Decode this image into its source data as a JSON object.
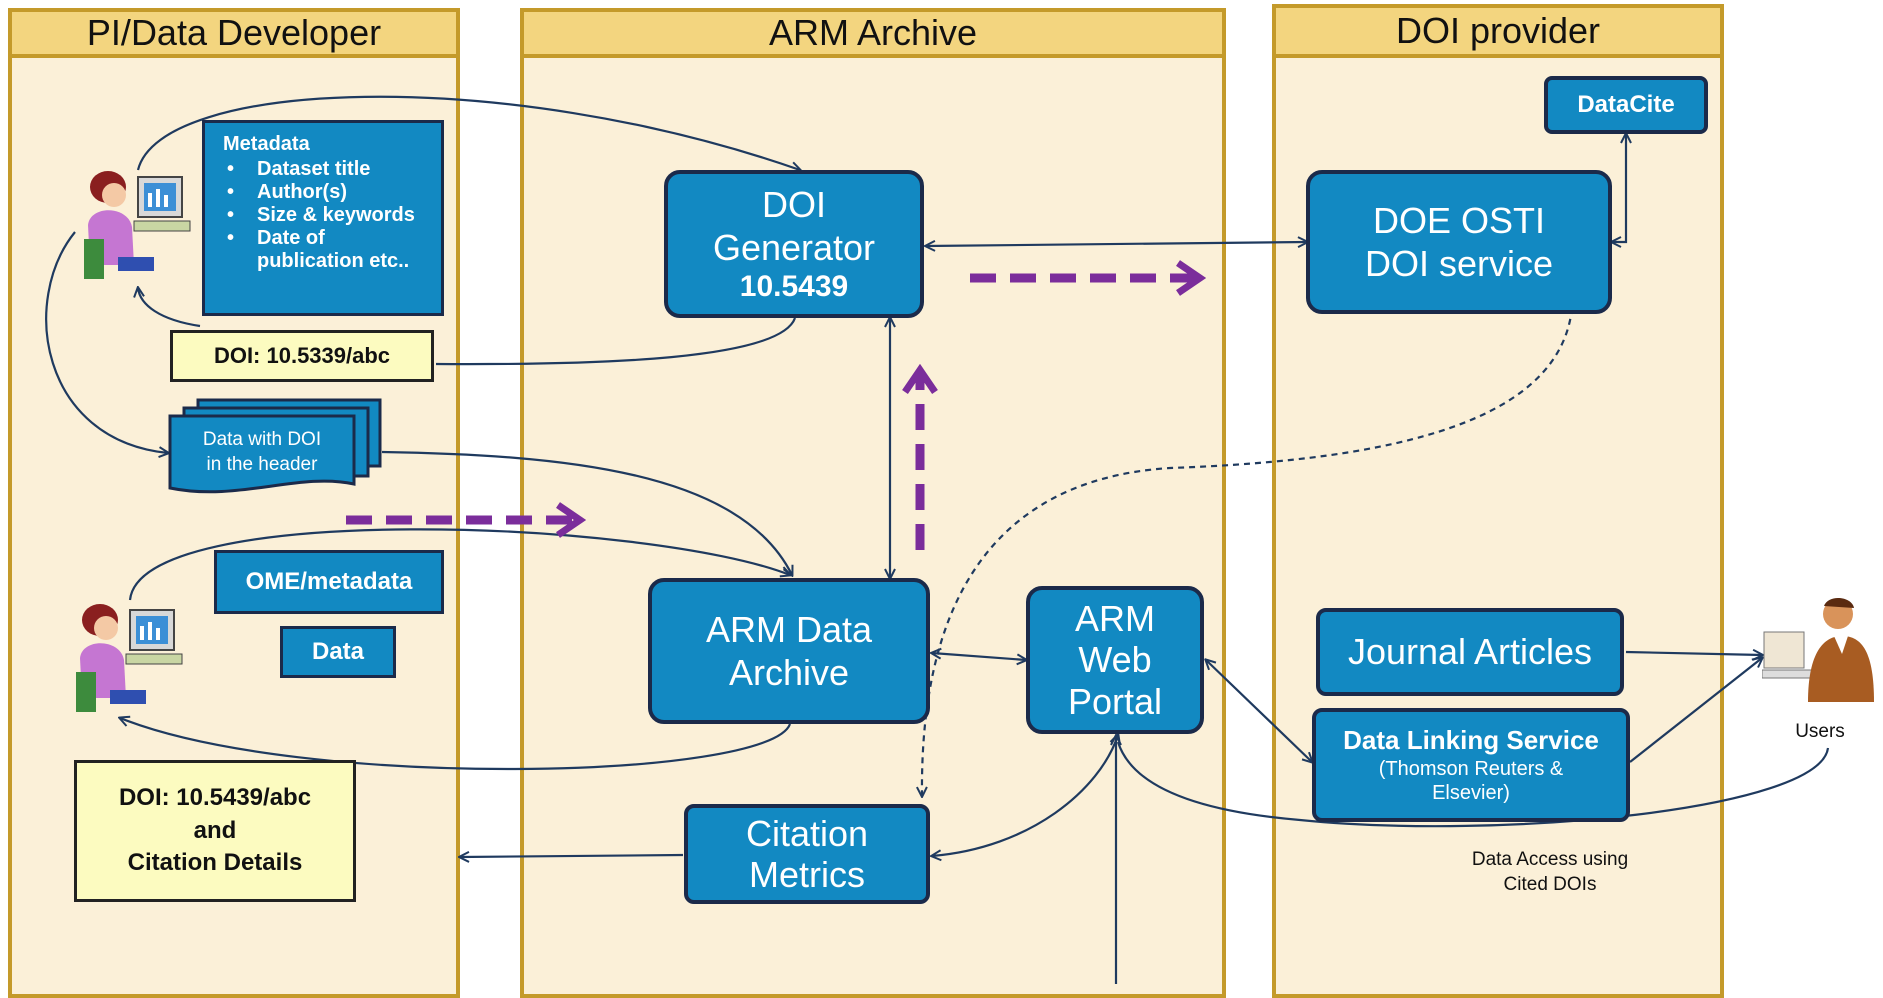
{
  "lanes": {
    "pi": "PI/Data Developer",
    "arm": "ARM Archive",
    "doi": "DOI provider"
  },
  "metadata": {
    "title": "Metadata",
    "items": [
      "Dataset title",
      "Author(s)",
      "Size & keywords",
      "Date of publication etc.."
    ]
  },
  "doi_label_top": "DOI: 10.5339/abc",
  "data_with_doi": {
    "line1": "Data with DOI",
    "line2": "in the header"
  },
  "ome_metadata": "OME/metadata",
  "data_box": "Data",
  "citation_details": {
    "line1": "DOI: 10.5439/abc",
    "line2": "and",
    "line3": "Citation Details"
  },
  "doi_generator": {
    "line1": "DOI",
    "line2": "Generator",
    "line3": "10.5439"
  },
  "arm_data_archive": {
    "line1": "ARM Data",
    "line2": "Archive"
  },
  "arm_web_portal": {
    "line1": "ARM",
    "line2": "Web",
    "line3": "Portal"
  },
  "citation_metrics": {
    "line1": "Citation",
    "line2": "Metrics"
  },
  "datacite": "DataCite",
  "doe_osti": {
    "line1": "DOE OSTI",
    "line2": "DOI service"
  },
  "journal_articles": "Journal Articles",
  "data_linking": {
    "title": "Data Linking Service",
    "line2": "(Thomson Reuters &",
    "line3": "Elsevier)"
  },
  "users_label": "Users",
  "data_access": {
    "line1": "Data Access using",
    "line2": "Cited DOIs"
  },
  "colors": {
    "lane_bg": "#fbf0d8",
    "lane_header": "#f3d57f",
    "lane_border": "#c49a2a",
    "box_blue": "#1289c2",
    "box_border": "#1b2a4a",
    "note_yellow": "#fcfbc0",
    "arrow": "#1f3a5f",
    "dashed_purple": "#7b2d9b"
  },
  "icons": [
    "user-at-computer-icon",
    "user-at-computer-icon",
    "business-user-icon"
  ]
}
